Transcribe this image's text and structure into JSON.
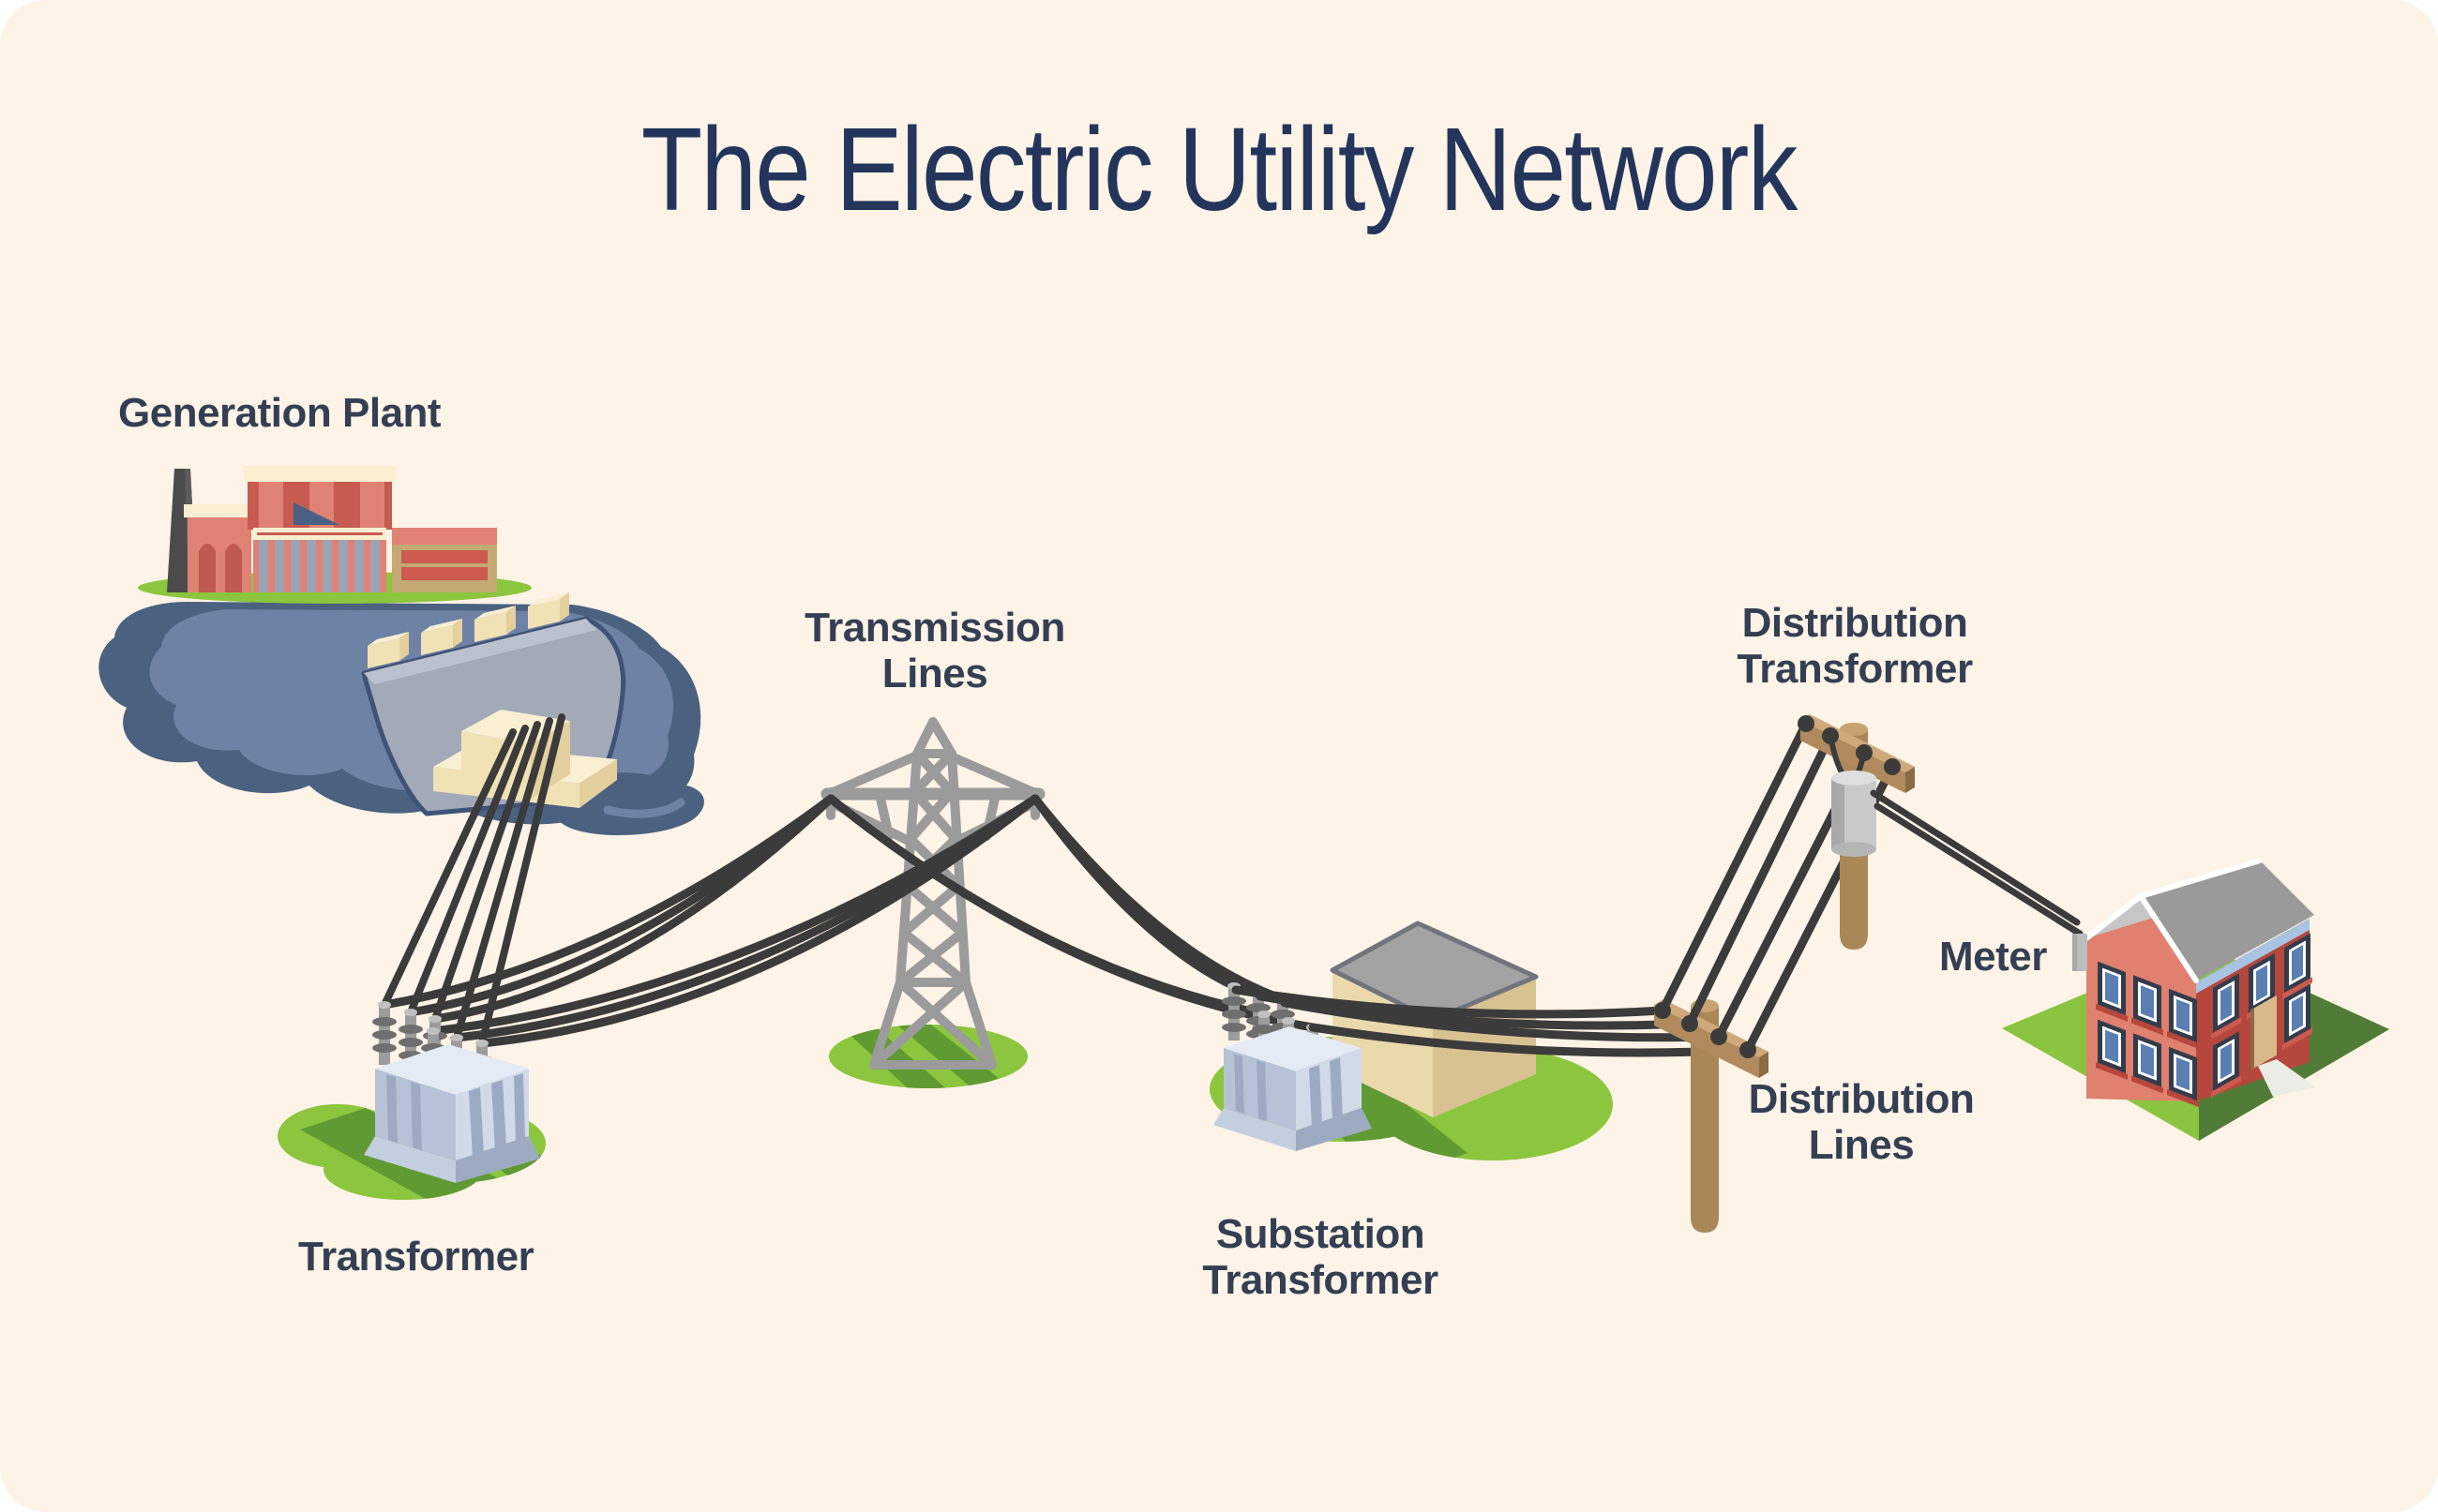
{
  "title": "The Electric Utility Network",
  "labels": {
    "generation_plant": "Generation Plant",
    "transformer": "Transformer",
    "transmission_lines": "Transmission Lines",
    "substation_transformer": "Substation Transformer",
    "distribution_transformer": "Distribution Transformer",
    "distribution_lines": "Distribution Lines",
    "meter": "Meter"
  },
  "colors": {
    "bg": "#ffffff",
    "card": "#fdf3e6",
    "title": "#24355c",
    "label": "#343f54",
    "wire": "#3b3b3b",
    "tower": "#9b9b9b",
    "grass": "#8cc63e",
    "grass_dark": "#5f9a33",
    "water_light": "#6e82a6",
    "water_dark": "#4a6180",
    "navy_outline": "#3f5377",
    "dam": "#a2aab8",
    "dam_top": "#bcc2cd",
    "cream": "#f1e2b6",
    "cream_light": "#f9efd1",
    "cream_dark": "#e3d09e",
    "salmon": "#e08273",
    "red": "#c75b50",
    "red2": "#cc5a4e",
    "arch": "#bf5a50",
    "khaki": "#c4a973",
    "col_gray": "#9aa4b4",
    "stack": "#4b4b4b",
    "stack_hi": "#5d5d5d",
    "flag": "#4a6183",
    "tf_top": "#e4ebf4",
    "tf_left": "#b6c2d6",
    "tf_right": "#d0dae9",
    "tf_fin": "#9dabc2",
    "tf_skirt": "#c3cede",
    "bushing": "#9c9c9c",
    "bushing_dark": "#6f6f6f",
    "bushing_light": "#c0c0c0",
    "pole": "#a98757",
    "pole_light": "#c8a372",
    "arm": "#b08a5c",
    "arm_top": "#cfa97a",
    "arm_dark": "#8a6b44",
    "cyl": "#c9c9c9",
    "cyl_dark": "#a9a9a9",
    "cyl_top": "#dedede",
    "cyl_bottom": "#b5b5b5",
    "bldg_left": "#ead9ab",
    "bldg_right": "#d9c292",
    "bldg_roof": "#a3a3a3",
    "bldg_roof_edge": "#70757d",
    "lawn_light": "#8ac441",
    "lawn_dark": "#517c38",
    "house_left": "#e0806e",
    "house_right": "#b5473c",
    "roof": "#9a9a9a",
    "roof_light": "#c6c6c6",
    "eave": "#a9c3e2",
    "window_blue": "#5b7fb3",
    "shutter": "#343c4b",
    "door": "#d9b98a",
    "path_white": "#ecece6",
    "meter_gray": "#bcbcbc"
  }
}
